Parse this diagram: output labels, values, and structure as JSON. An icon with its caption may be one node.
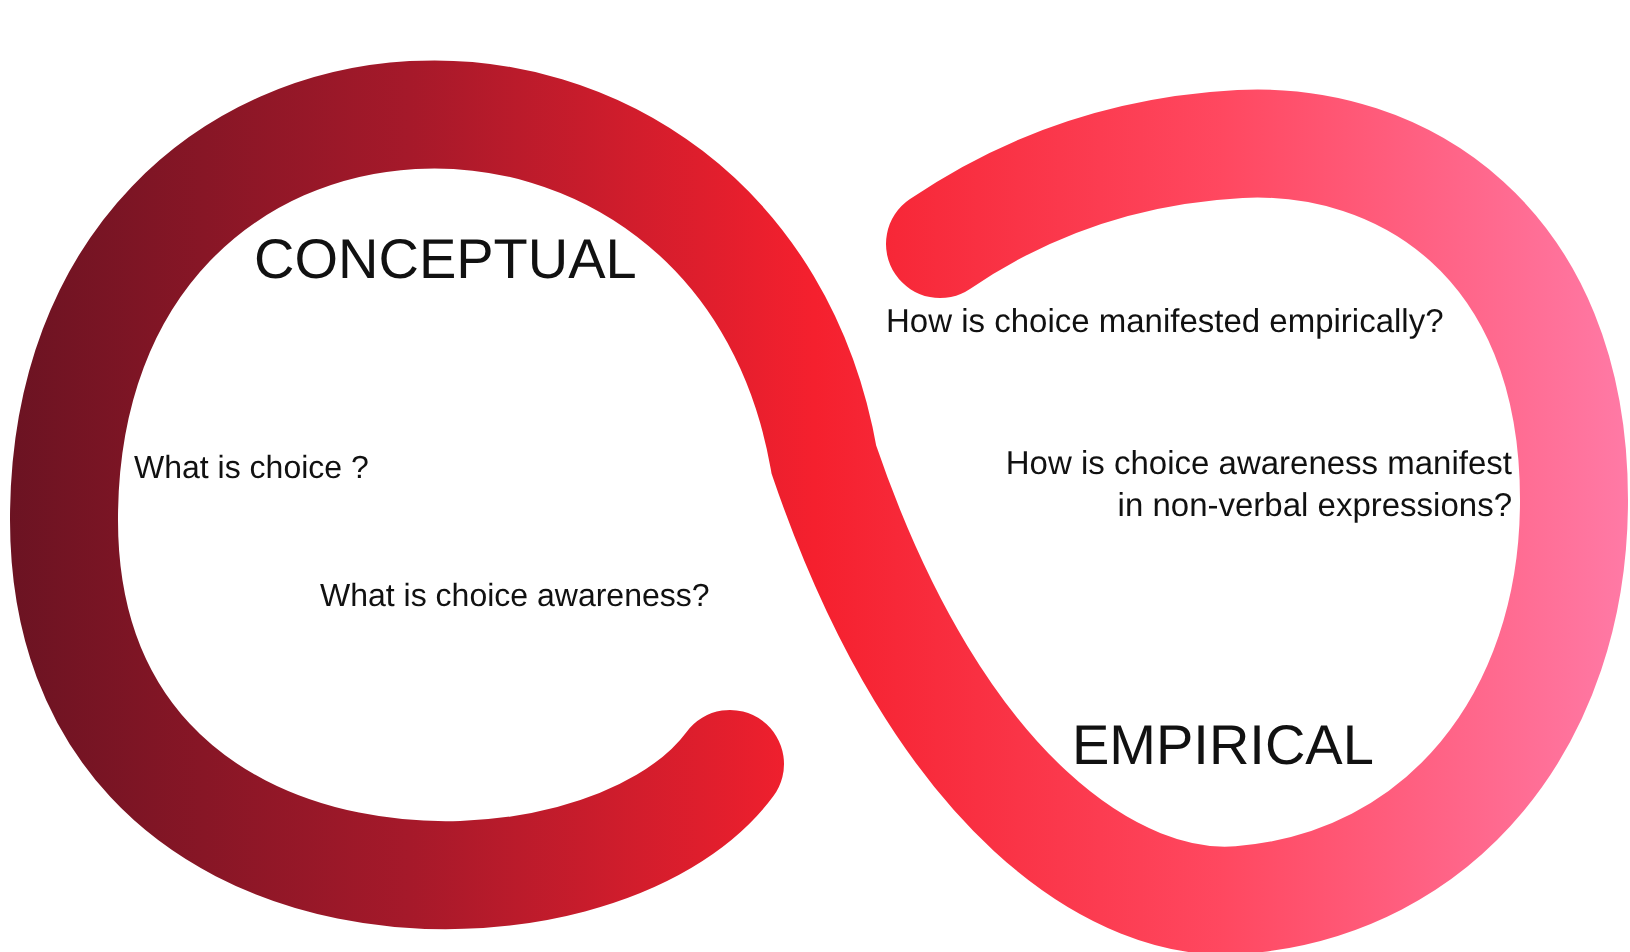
{
  "diagram": {
    "labels": [
      "CONCEPTUAL",
      "What is choice ?",
      "What is choice awareness?",
      "How is choice manifested empirically?",
      "How is choice awareness manifest in non-verbal expressions?",
      "EMPIRICAL"
    ]
  }
}
